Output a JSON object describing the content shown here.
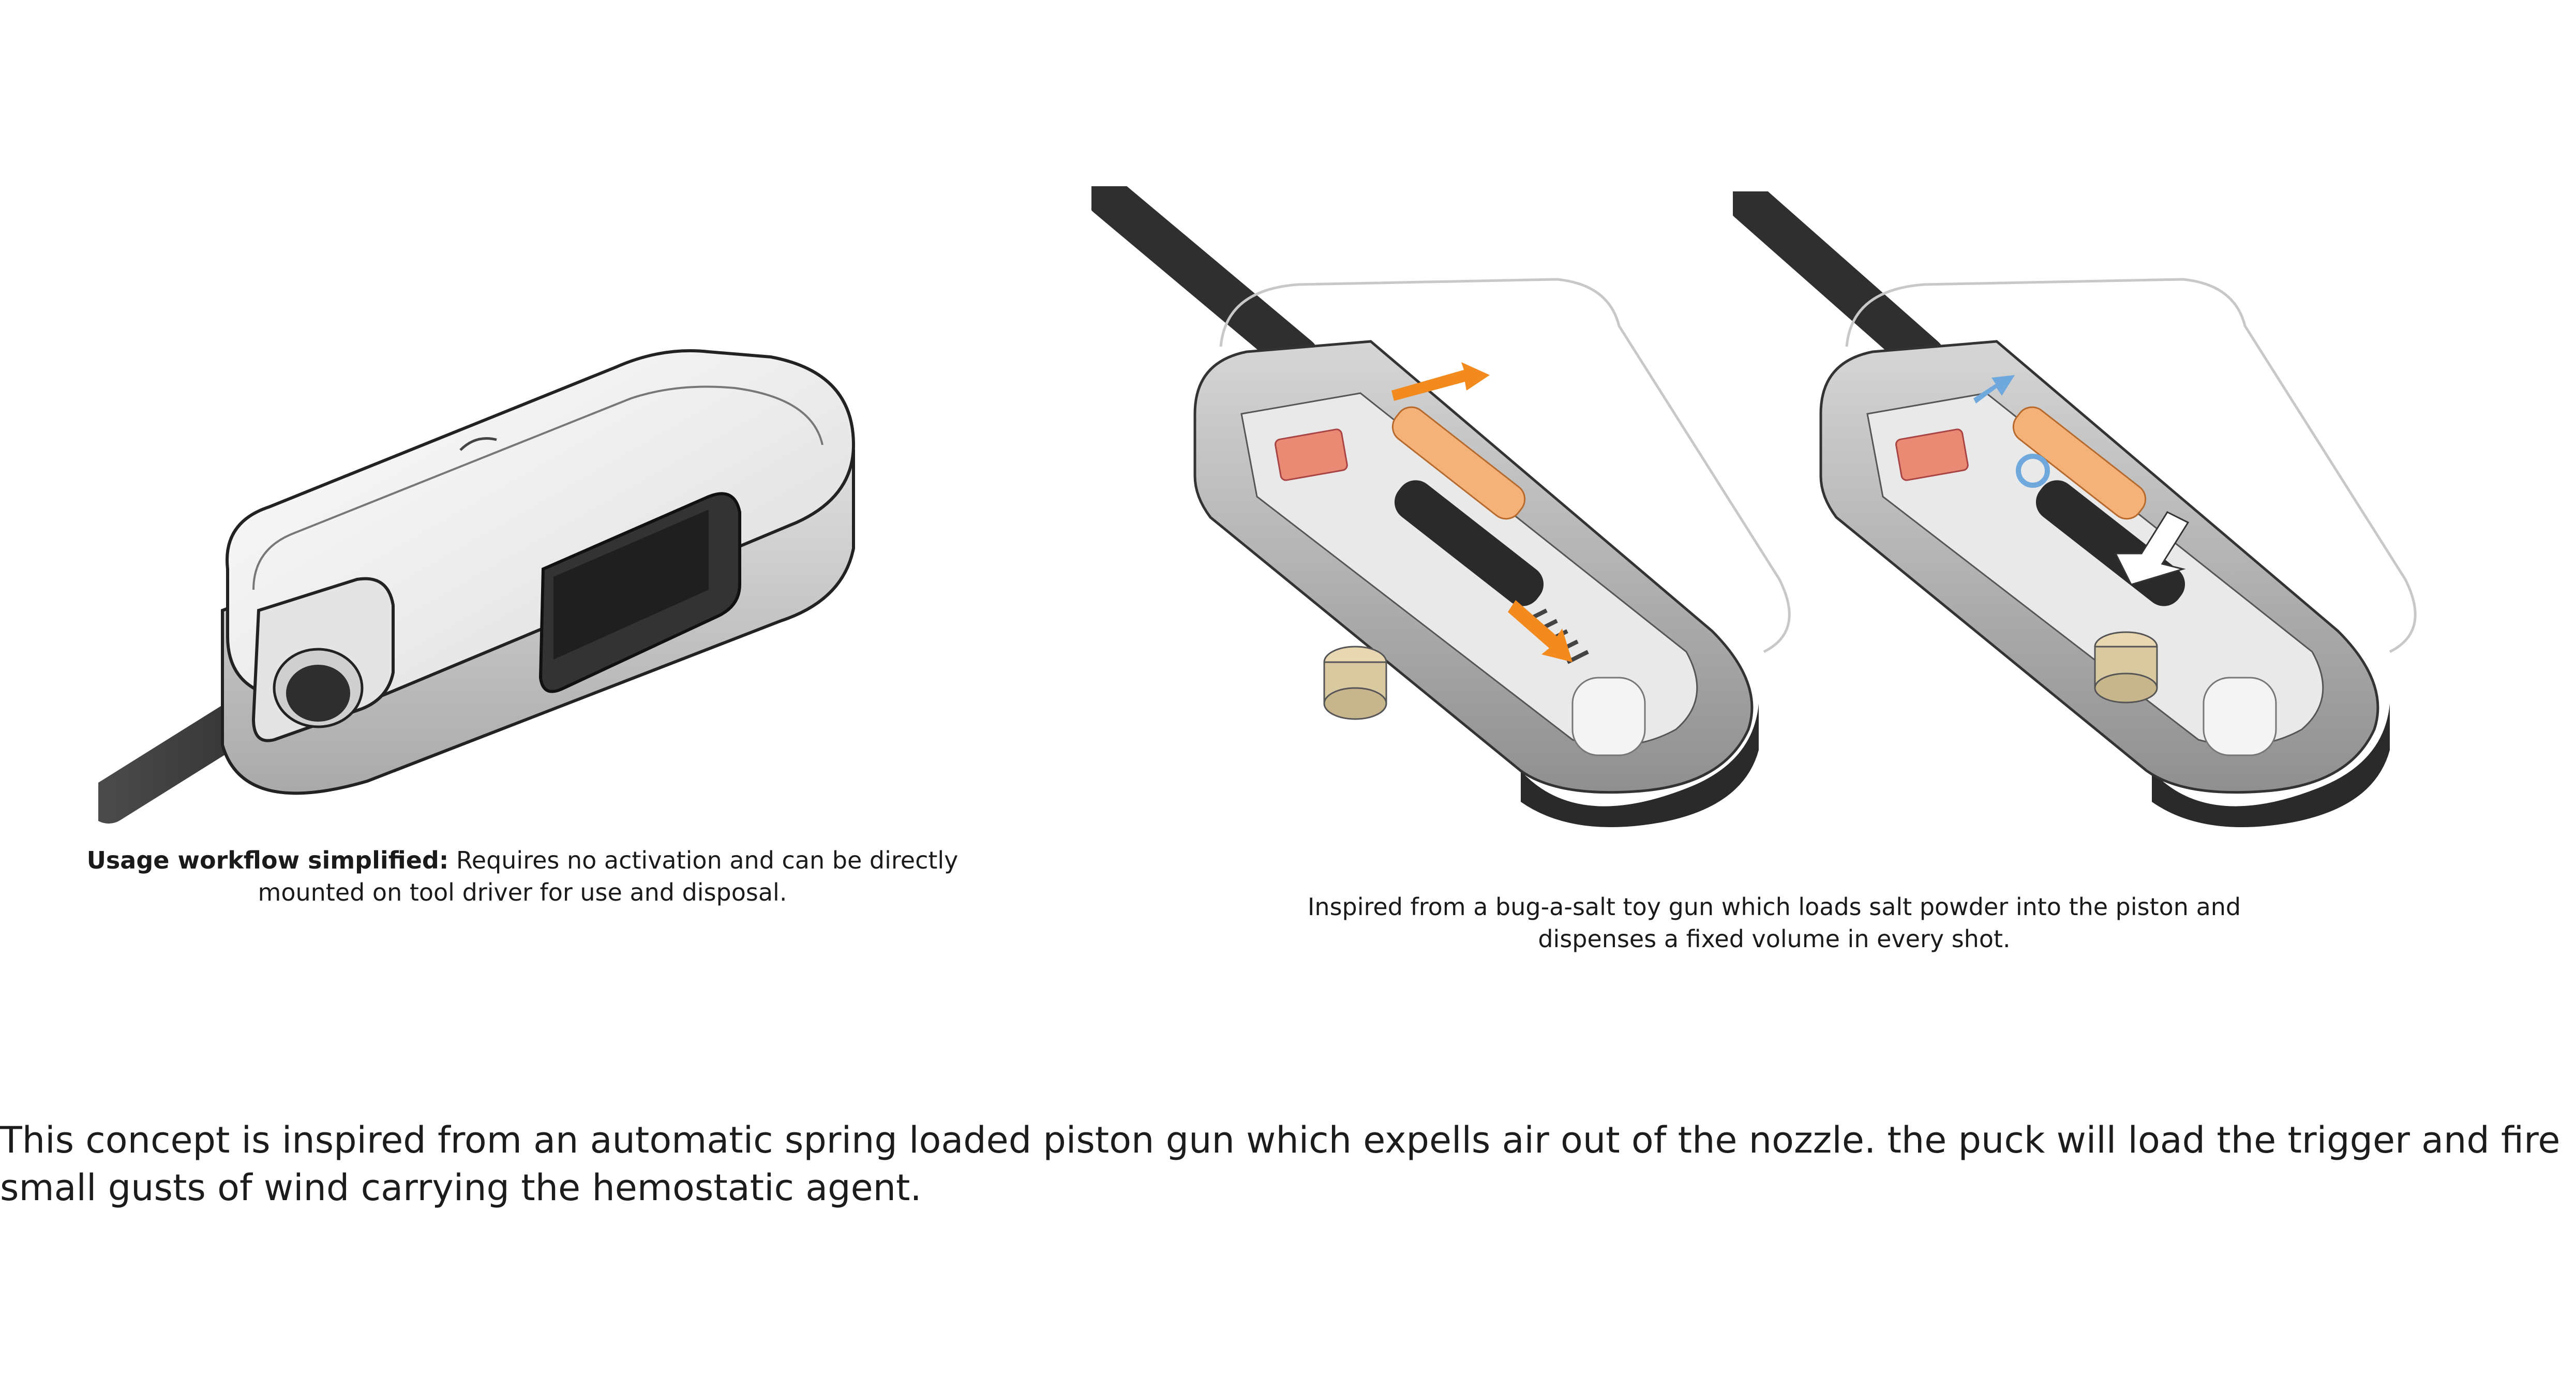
{
  "figures": {
    "closed": {
      "icon": "closed-puck-device"
    },
    "loading": {
      "icon": "puck-cutaway-loading",
      "arrow_color": "#f28a1e"
    },
    "firing": {
      "icon": "puck-cutaway-firing",
      "arrow_color": "#6fa8dc"
    }
  },
  "captions": {
    "left_bold": "Usage workflow simplified:",
    "left_rest": " Requires no activation and can be directly mounted on tool driver for use and disposal.",
    "right": "Inspired from a bug-a-salt toy gun which loads salt powder into the piston and dispenses a fixed volume in every shot."
  },
  "body_text": "This concept is inspired from an automatic spring loaded piston gun which expells air out of the nozzle. the puck will load the trigger and fire small gusts of wind carrying the hemostatic agent."
}
